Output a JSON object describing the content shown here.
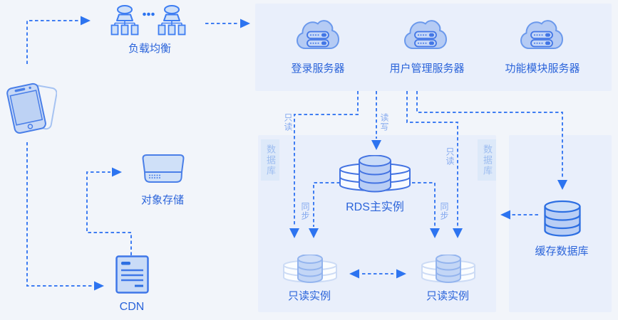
{
  "nodes": {
    "load_balancer": {
      "label": "负载均衡",
      "icon": "load-balancer-icon"
    },
    "client": {
      "icon": "smartphone-icon"
    },
    "object_storage": {
      "label": "对象存储",
      "icon": "storage-disk-icon"
    },
    "cdn": {
      "label": "CDN",
      "icon": "document-icon"
    },
    "login_server": {
      "label": "登录服务器",
      "icon": "cloud-server-icon"
    },
    "user_server": {
      "label": "用户管理服务器",
      "icon": "cloud-server-icon"
    },
    "module_server": {
      "label": "功能模块服务器",
      "icon": "cloud-server-icon"
    },
    "rds_primary": {
      "label": "RDS主实例",
      "icon": "database-cluster-icon"
    },
    "replica_left": {
      "label": "只读实例",
      "icon": "database-cluster-icon"
    },
    "replica_right": {
      "label": "只读实例",
      "icon": "database-cluster-icon"
    },
    "cache_db": {
      "label": "缓存数据库",
      "icon": "database-icon"
    }
  },
  "edge_labels": {
    "read_only_left": "只读",
    "read_write": "读写",
    "read_only_right": "只读",
    "sync_left": "同步",
    "sync_right": "同步"
  },
  "regions": {
    "database_left": "数据库",
    "database_right": "数据库"
  },
  "colors": {
    "background": "#f2f5fa",
    "panel": "#e9effb",
    "region_strip": "#dde9f9",
    "region_text": "#9dbdf0",
    "connector": "#3f7df2",
    "arrowhead": "#2d74f0",
    "caption_text": "#2b64da",
    "edge_label_text": "#84a9ef",
    "icon_fill": "#b9cef5",
    "icon_fill_light": "#cfe0f8",
    "icon_stroke": "#4373e2"
  }
}
